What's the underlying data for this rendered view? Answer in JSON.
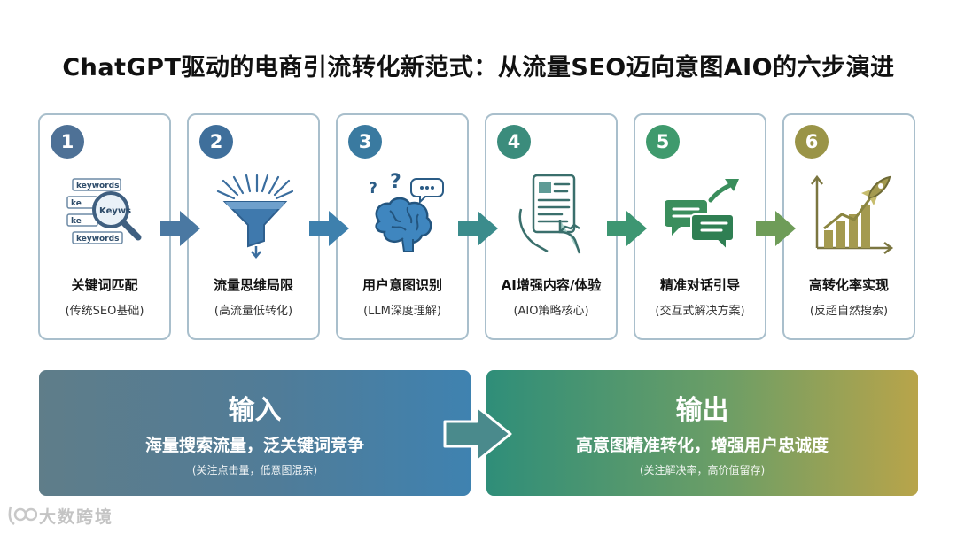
{
  "title": "ChatGPT驱动的电商引流转化新范式：从流量SEO迈向意图AIO的六步演进",
  "steps": [
    {
      "num": "1",
      "title": "关键词匹配",
      "subtitle": "(传统SEO基础)",
      "color": "#4e7196",
      "icon": "keywords-magnifier-icon",
      "icon_labels": {
        "k1": "keywords",
        "k2": "Keyws",
        "k3": "ke",
        "k4": "ke",
        "k5": "keywords"
      }
    },
    {
      "num": "2",
      "title": "流量思维局限",
      "subtitle": "(高流量低转化)",
      "color": "#3f6f9b",
      "icon": "funnel-icon"
    },
    {
      "num": "3",
      "title": "用户意图识别",
      "subtitle": "(LLM深度理解)",
      "color": "#3a7aa0",
      "icon": "brain-question-icon"
    },
    {
      "num": "4",
      "title": "AI增强内容/体验",
      "subtitle": "(AIO策略核心)",
      "color": "#3b8c7c",
      "icon": "tablet-hand-icon"
    },
    {
      "num": "5",
      "title": "精准对话引导",
      "subtitle": "(交互式解决方案)",
      "color": "#3f9a6d",
      "icon": "chat-arrow-icon"
    },
    {
      "num": "6",
      "title": "高转化率实现",
      "subtitle": "(反超自然搜索)",
      "color": "#9a9447",
      "icon": "rocket-chart-icon"
    }
  ],
  "input": {
    "heading": "输入",
    "main": "海量搜索流量，泛关键词竞争",
    "sub": "(关注点击量，低意图混杂)"
  },
  "output": {
    "heading": "输出",
    "main": "高意图精准转化，增强用户忠诚度",
    "sub": "(关注解决率，高价值留存)"
  },
  "watermark": {
    "text": "大数跨境"
  },
  "colors": {
    "arrow1": "#4a78a2",
    "arrow2": "#3e80ad",
    "arrow3": "#3b8c8c",
    "arrow4": "#3d9672",
    "arrow5": "#6e9c58",
    "card_border": "#a9bfcc"
  }
}
